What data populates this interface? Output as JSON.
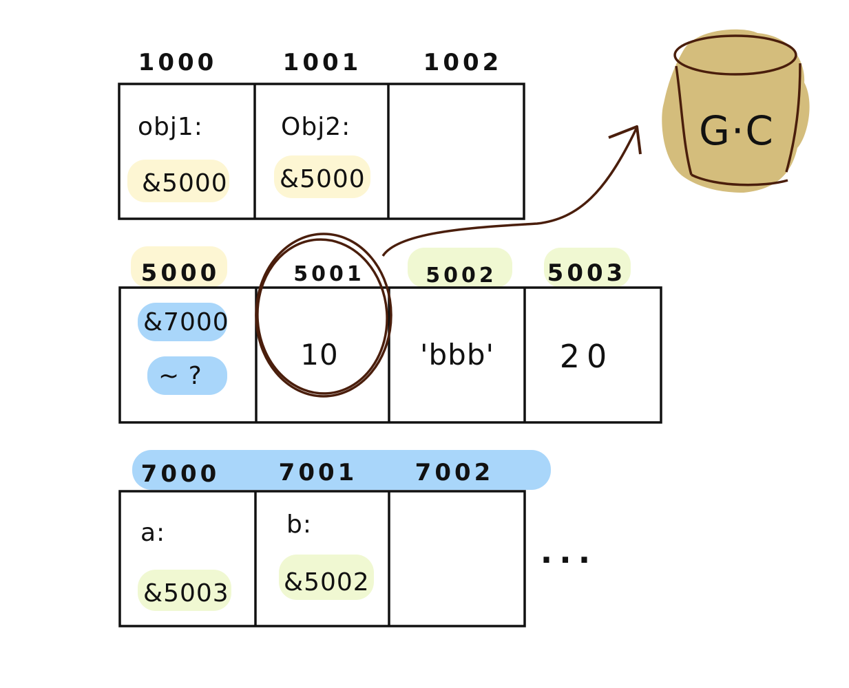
{
  "rows": [
    {
      "addresses": [
        "1000",
        "1001",
        "1002"
      ],
      "cells": [
        {
          "label": "obj1:",
          "ref": "&5000"
        },
        {
          "label": "Obj2:",
          "ref": "&5000"
        },
        {
          "label": "",
          "ref": ""
        }
      ]
    },
    {
      "addresses": [
        "5000",
        "5001",
        "5002",
        "5003"
      ],
      "cells": [
        {
          "line1": "&7000",
          "line2": "~ ?"
        },
        {
          "value": "10"
        },
        {
          "value": "'bbb'"
        },
        {
          "value": "20"
        }
      ]
    },
    {
      "addresses": [
        "7000",
        "7001",
        "7002"
      ],
      "cells": [
        {
          "label": "a:",
          "ref": "&5003"
        },
        {
          "label": "b:",
          "ref": "&5002"
        },
        {
          "label": "",
          "ref": ""
        }
      ],
      "ellipsis": "..."
    }
  ],
  "gc": {
    "label": "G·C"
  },
  "colors": {
    "ink": "#111111",
    "circle": "#4a1e0c",
    "arrow": "#4a1e0c",
    "highlight_yellow": "#fdf6d3",
    "highlight_green": "#f0f8d2",
    "highlight_blue": "#a9d6fa",
    "gc_fill": "#d4bd7c"
  }
}
